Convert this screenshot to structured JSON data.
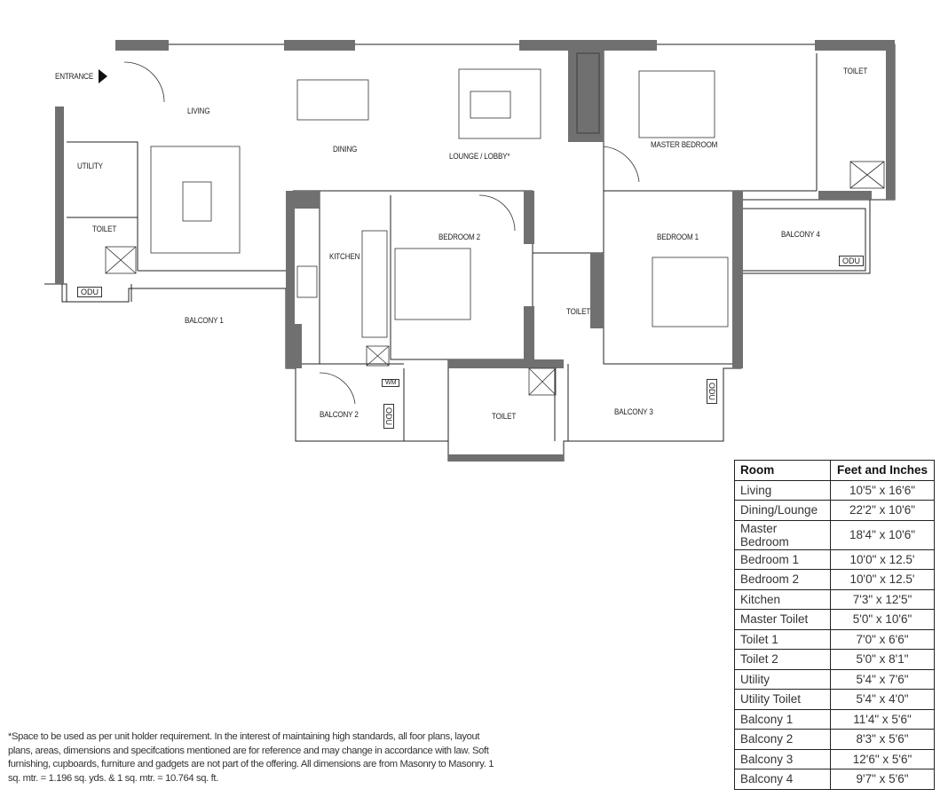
{
  "plan": {
    "entrance": "ENTRANCE",
    "rooms": {
      "living": "LIVING",
      "dining": "DINING",
      "lounge": "LOUNGE / LOBBY*",
      "master_bedroom": "MASTER BEDROOM",
      "toilet_master": "TOILET",
      "utility": "UTILITY",
      "toilet_utility": "TOILET",
      "kitchen": "KITCHEN",
      "bedroom2": "BEDROOM 2",
      "bedroom1": "BEDROOM 1",
      "toilet1": "TOILET",
      "toilet2": "TOILET",
      "balcony1": "BALCONY 1",
      "balcony2": "BALCONY 2",
      "balcony3": "BALCONY 3",
      "balcony4": "BALCONY 4"
    },
    "odu": "ODU",
    "wm": "WM"
  },
  "table": {
    "headers": [
      "Room",
      "Feet and Inches"
    ],
    "rows": [
      [
        "Living",
        "10'5\" x 16'6\""
      ],
      [
        "Dining/Lounge",
        "22'2\" x 10'6\""
      ],
      [
        "Master Bedroom",
        "18'4\" x 10'6\""
      ],
      [
        "Bedroom 1",
        "10'0\" x 12.5'"
      ],
      [
        "Bedroom 2",
        "10'0\" x 12.5'"
      ],
      [
        "Kitchen",
        "7'3\" x 12'5\""
      ],
      [
        "Master Toilet",
        "5'0\" x 10'6\""
      ],
      [
        "Toilet 1",
        "7'0\" x 6'6\""
      ],
      [
        "Toilet 2",
        "5'0\" x 8'1\""
      ],
      [
        "Utility",
        "5'4\" x 7'6\""
      ],
      [
        "Utility Toilet",
        "5'4\" x 4'0\""
      ],
      [
        "Balcony 1",
        "11'4\" x 5'6\""
      ],
      [
        "Balcony 2",
        "8'3\" x 5'6\""
      ],
      [
        "Balcony 3",
        "12'6\" x 5'6\""
      ],
      [
        "Balcony 4",
        "9'7\" x 5'6\""
      ]
    ]
  },
  "note": "*Space to be used as per unit holder requirement. In the interest of maintaining high standards, all foor plans, layout plans, areas, dimensions and specifcations mentioned are for reference and may change in accordance with law. Soft furnishing, cupboards, furniture and gadgets are not part of the offering. All dimensions are from Masonry to Masonry. 1 sq. mtr. = 1.196 sq. yds. & 1 sq. mtr. = 10.764 sq. ft.",
  "colors": {
    "wall": "#707070",
    "line": "#222222"
  }
}
